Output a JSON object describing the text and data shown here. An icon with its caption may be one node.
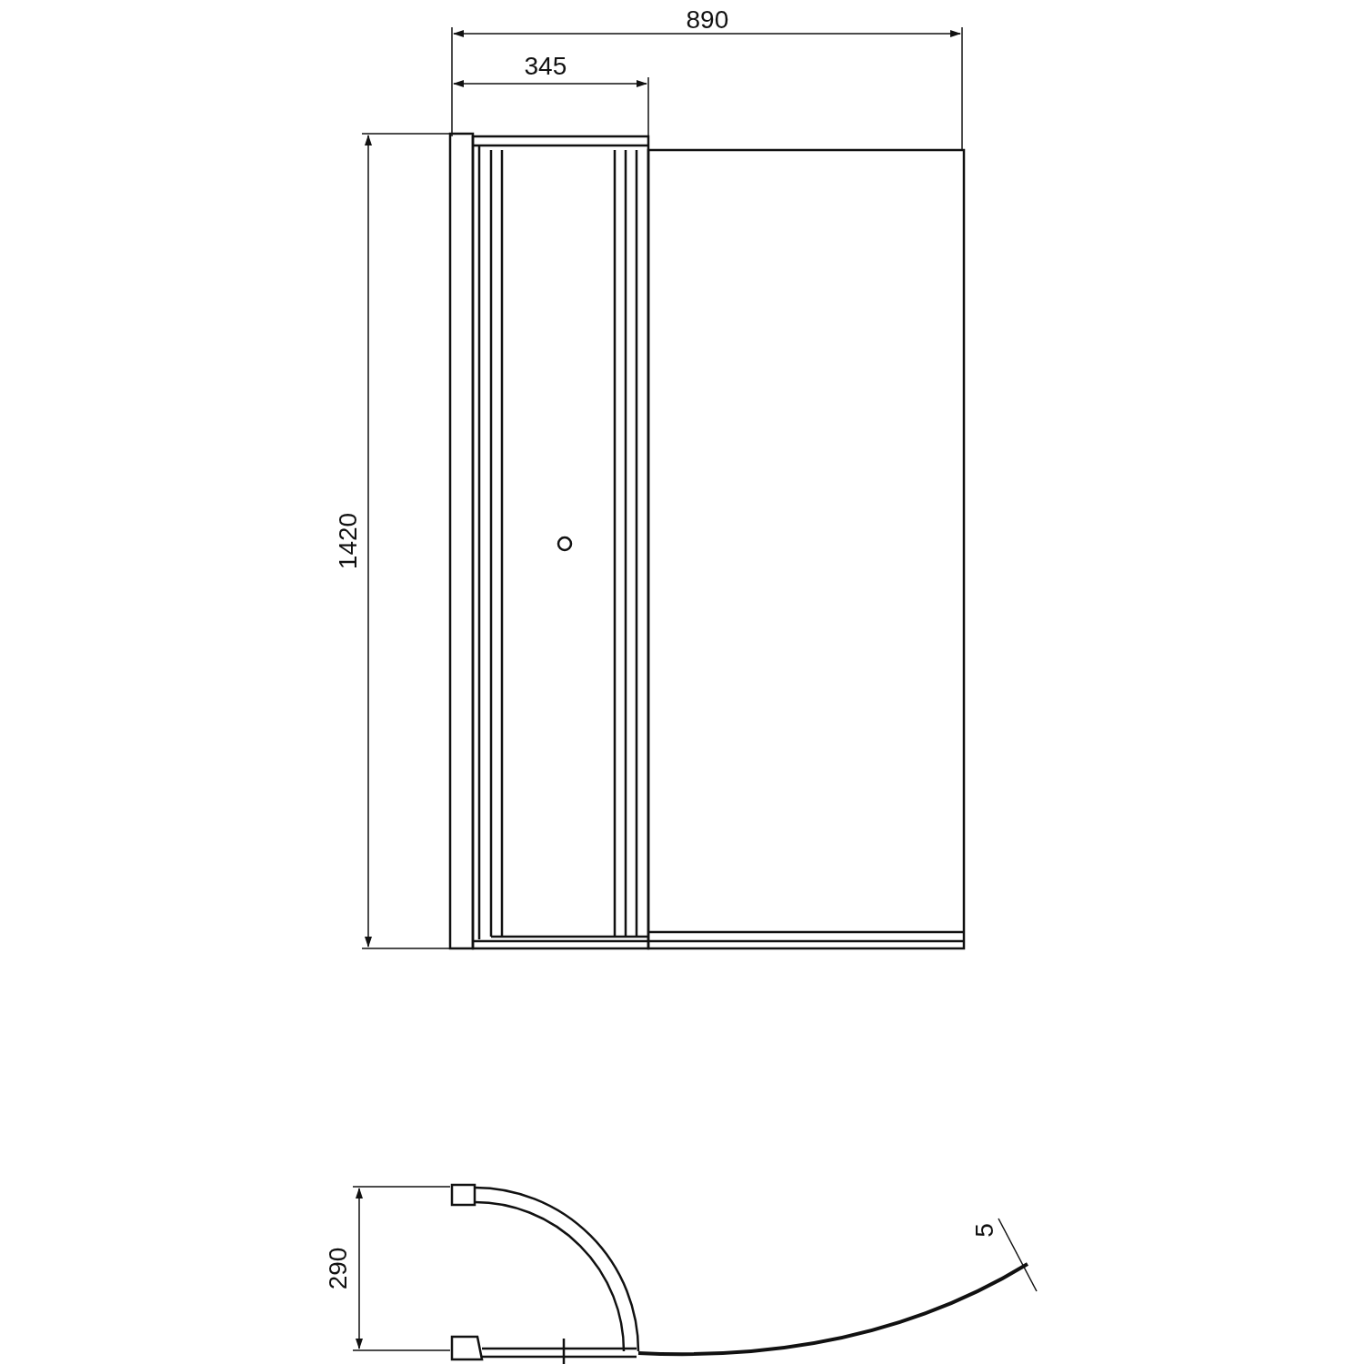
{
  "diagram": {
    "labels": [
      "890",
      "345",
      "1420",
      "290",
      "5"
    ]
  }
}
